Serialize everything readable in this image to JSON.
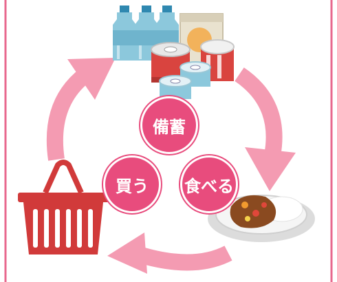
{
  "diagram": {
    "nodes": {
      "stock": "備蓄",
      "buy": "買う",
      "eat": "食べる"
    },
    "icons": {
      "top": "water-bottles-and-canned-food-icon",
      "right": "curry-rice-plate-icon",
      "left": "shopping-basket-icon"
    },
    "colors": {
      "frame": "#e8688e",
      "arrow": "#f49bb2",
      "bubble": "#e84c7d",
      "bottle": "#8cc8dc",
      "can": "#d9443f",
      "basket": "#d13a3a"
    }
  }
}
